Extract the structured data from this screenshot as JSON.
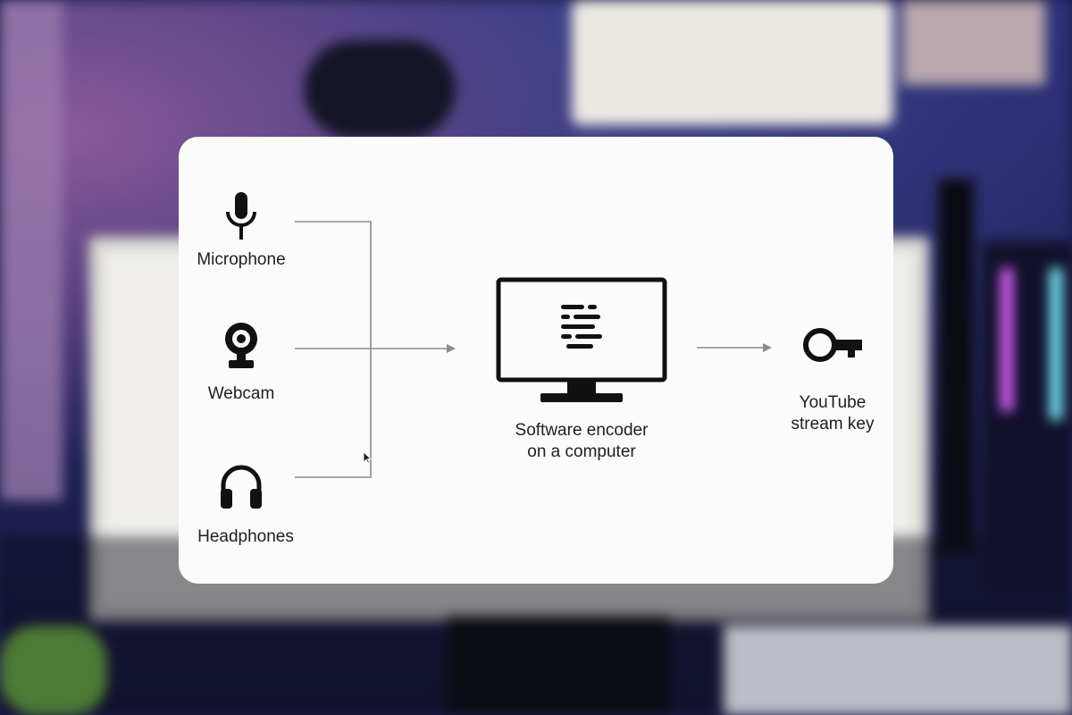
{
  "background": {
    "scene": "blurred streaming desk setup"
  },
  "diagram": {
    "inputs": [
      {
        "label": "Microphone",
        "icon": "microphone-icon"
      },
      {
        "label": "Webcam",
        "icon": "webcam-icon"
      },
      {
        "label": "Headphones",
        "icon": "headphones-icon"
      }
    ],
    "encoder": {
      "label_line1": "Software encoder",
      "label_line2": "on a computer",
      "icon": "monitor-icon"
    },
    "output": {
      "label_line1": "YouTube",
      "label_line2": "stream key",
      "icon": "key-icon"
    }
  },
  "colors": {
    "card": "#fbfbfb",
    "icon": "#111111",
    "connector": "#8c8c8c",
    "text": "#202020"
  }
}
